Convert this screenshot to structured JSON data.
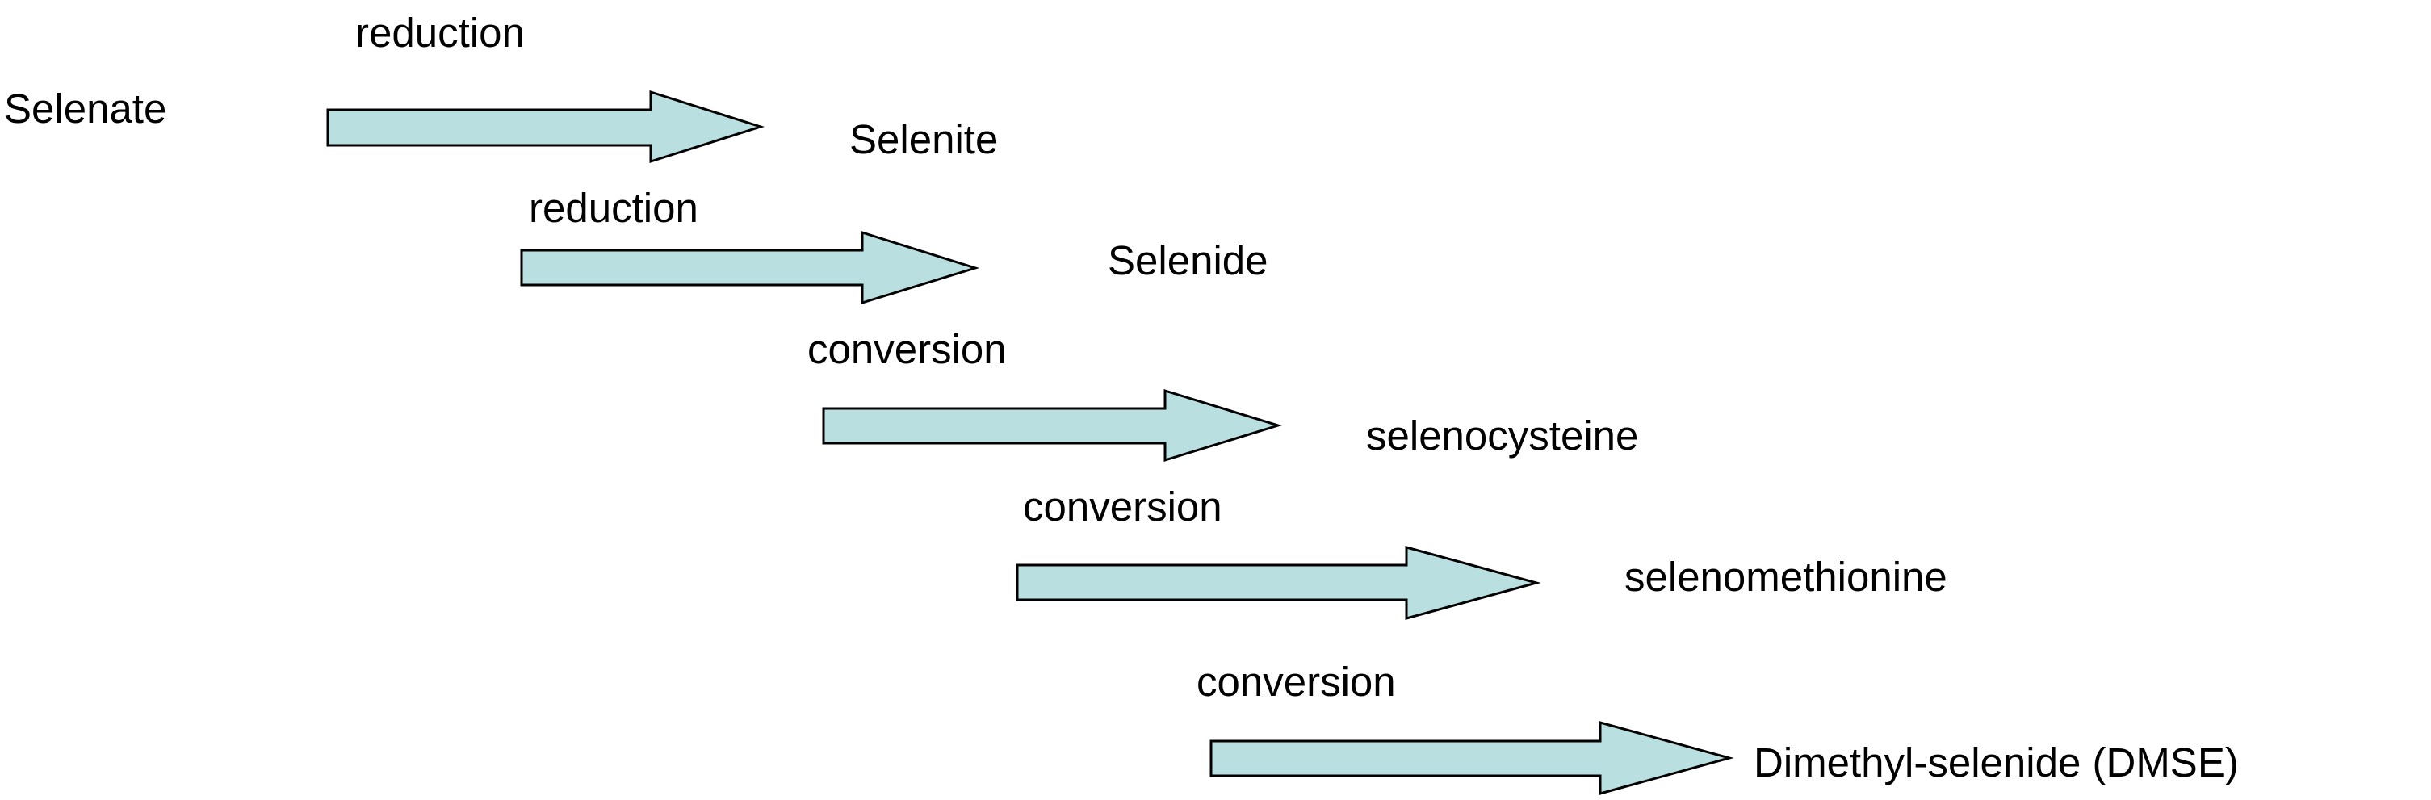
{
  "diagram": {
    "compounds": [
      "Selenate",
      "Selenite",
      "Selenide",
      "selenocysteine",
      "selenomethionine",
      "Dimethyl-selenide (DMSE)"
    ],
    "steps": [
      {
        "process": "reduction"
      },
      {
        "process": "reduction"
      },
      {
        "process": "conversion"
      },
      {
        "process": "conversion"
      },
      {
        "process": "conversion"
      }
    ],
    "colors": {
      "arrow_fill": "#b9dfe1",
      "arrow_stroke": "#000000",
      "text": "#000000",
      "background": "#ffffff"
    }
  }
}
